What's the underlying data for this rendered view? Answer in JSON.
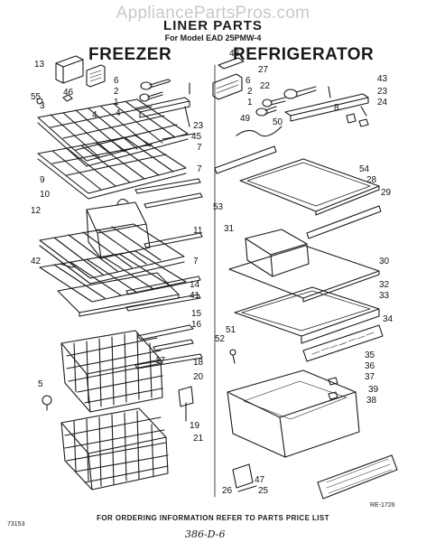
{
  "watermark": "AppliancePartsPros.com",
  "title": "LINER PARTS",
  "model": "For Model EAD 25PMW-4",
  "sections": {
    "freezer": "FREEZER",
    "refrigerator": "REFRIGERATOR"
  },
  "callouts": {
    "n13": "13",
    "n46": "46",
    "n55": "55",
    "n3": "3",
    "n4a": "4",
    "n6a": "6",
    "n2a": "2",
    "n1a": "1",
    "n4b": "4",
    "n23a": "23",
    "n45": "45",
    "n7a": "7",
    "n9": "9",
    "n7b": "7",
    "n10": "10",
    "n12": "12",
    "n11": "11",
    "n42": "42",
    "n7c": "7",
    "n14": "14",
    "n41": "41",
    "n15": "15",
    "n16": "16",
    "n17": "17",
    "n18": "18",
    "n5": "5",
    "n20": "20",
    "n19": "19",
    "n21": "21",
    "n48": "48",
    "n27": "27",
    "n6b": "6",
    "n22": "22",
    "n2b": "2",
    "n1b": "1",
    "n43": "43",
    "n23b": "23",
    "n24": "24",
    "n8": "8",
    "n49": "49",
    "n50": "50",
    "n54": "54",
    "n28": "28",
    "n29": "29",
    "n53": "53",
    "n31": "31",
    "n30": "30",
    "n32": "32",
    "n33": "33",
    "n34": "34",
    "n52": "52",
    "n51": "51",
    "n35": "35",
    "n36": "36",
    "n37": "37",
    "n39": "39",
    "n38": "38",
    "n47": "47",
    "n26": "26",
    "n25": "25"
  },
  "footer": "FOR ORDERING INFORMATION REFER TO PARTS PRICE LIST",
  "code_left": "73153",
  "code_right": "RE-1726",
  "handwritten": "386-D-6"
}
